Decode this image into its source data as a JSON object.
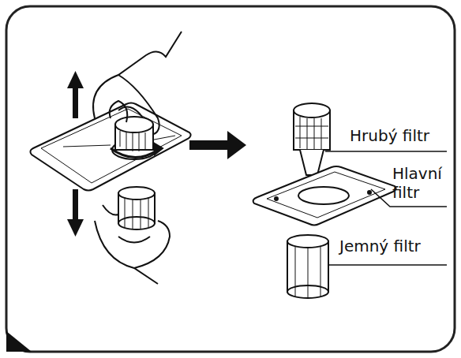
{
  "diagram": {
    "labels": [
      "Hrubý filtr",
      "Hlavní filtr",
      "Jemný filtr"
    ]
  }
}
